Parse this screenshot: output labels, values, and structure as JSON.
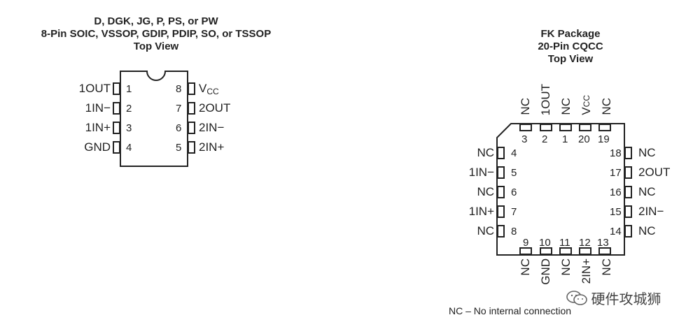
{
  "soic": {
    "title_lines": [
      "D, DGK, JG, P, PS, or PW",
      "8-Pin SOIC, VSSOP, GDIP, PDIP, SO, or TSSOP",
      "Top View"
    ],
    "left_pins": [
      {
        "num": "1",
        "label": "1OUT"
      },
      {
        "num": "2",
        "label": "1IN−"
      },
      {
        "num": "3",
        "label": "1IN+"
      },
      {
        "num": "4",
        "label": "GND"
      }
    ],
    "right_pins": [
      {
        "num": "8",
        "label": "V",
        "sub": "CC"
      },
      {
        "num": "7",
        "label": "2OUT"
      },
      {
        "num": "6",
        "label": "2IN−"
      },
      {
        "num": "5",
        "label": "2IN+"
      }
    ]
  },
  "fk": {
    "title_lines": [
      "FK Package",
      "20-Pin CQCC",
      "Top View"
    ],
    "top_pins": [
      {
        "num": "3",
        "label": "NC"
      },
      {
        "num": "2",
        "label": "1OUT"
      },
      {
        "num": "1",
        "label": "NC"
      },
      {
        "num": "20",
        "label": "V",
        "sub": "CC"
      },
      {
        "num": "19",
        "label": "NC"
      }
    ],
    "left_pins": [
      {
        "num": "4",
        "label": "NC"
      },
      {
        "num": "5",
        "label": "1IN−"
      },
      {
        "num": "6",
        "label": "NC"
      },
      {
        "num": "7",
        "label": "1IN+"
      },
      {
        "num": "8",
        "label": "NC"
      }
    ],
    "right_pins": [
      {
        "num": "18",
        "label": "NC"
      },
      {
        "num": "17",
        "label": "2OUT"
      },
      {
        "num": "16",
        "label": "NC"
      },
      {
        "num": "15",
        "label": "2IN−"
      },
      {
        "num": "14",
        "label": "NC"
      }
    ],
    "bottom_pins": [
      {
        "num": "9",
        "label": "NC"
      },
      {
        "num": "10",
        "label": "GND"
      },
      {
        "num": "11",
        "label": "NC"
      },
      {
        "num": "12",
        "label": "2IN+"
      },
      {
        "num": "13",
        "label": "NC"
      }
    ]
  },
  "footnote": "NC – No internal connection",
  "watermark": "硬件攻城狮",
  "colors": {
    "ink": "#222222",
    "background": "#ffffff"
  }
}
